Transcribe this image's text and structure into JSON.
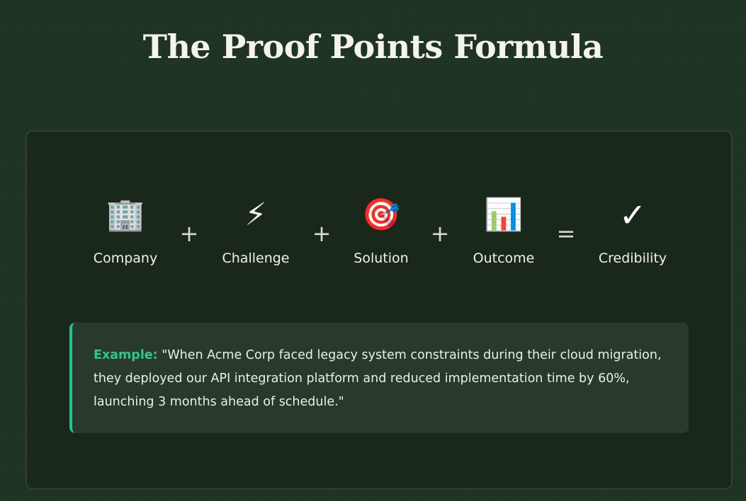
{
  "page": {
    "title": "The Proof Points Formula"
  },
  "formula": {
    "steps": [
      {
        "label": "Company",
        "icon": "office-building-icon",
        "glyph": "🏢"
      },
      {
        "label": "Challenge",
        "icon": "lightning-bolt-icon",
        "glyph": "⚡"
      },
      {
        "label": "Solution",
        "icon": "target-bullseye-icon",
        "glyph": "🎯"
      },
      {
        "label": "Outcome",
        "icon": "bar-chart-icon",
        "glyph": "📊"
      },
      {
        "label": "Credibility",
        "icon": "check-mark-icon",
        "glyph": "✓"
      }
    ],
    "operators": [
      "+",
      "+",
      "+",
      "="
    ]
  },
  "example": {
    "label": "Example:",
    "text": "\"When Acme Corp faced legacy system constraints during their cloud migration, they deployed our API integration platform and reduced implementation time by 60%, launching 3 months ahead of schedule.\""
  },
  "colors": {
    "background": "#1f3322",
    "card": "#1a281c",
    "example_box": "#293a2c",
    "accent": "#22c38e"
  }
}
